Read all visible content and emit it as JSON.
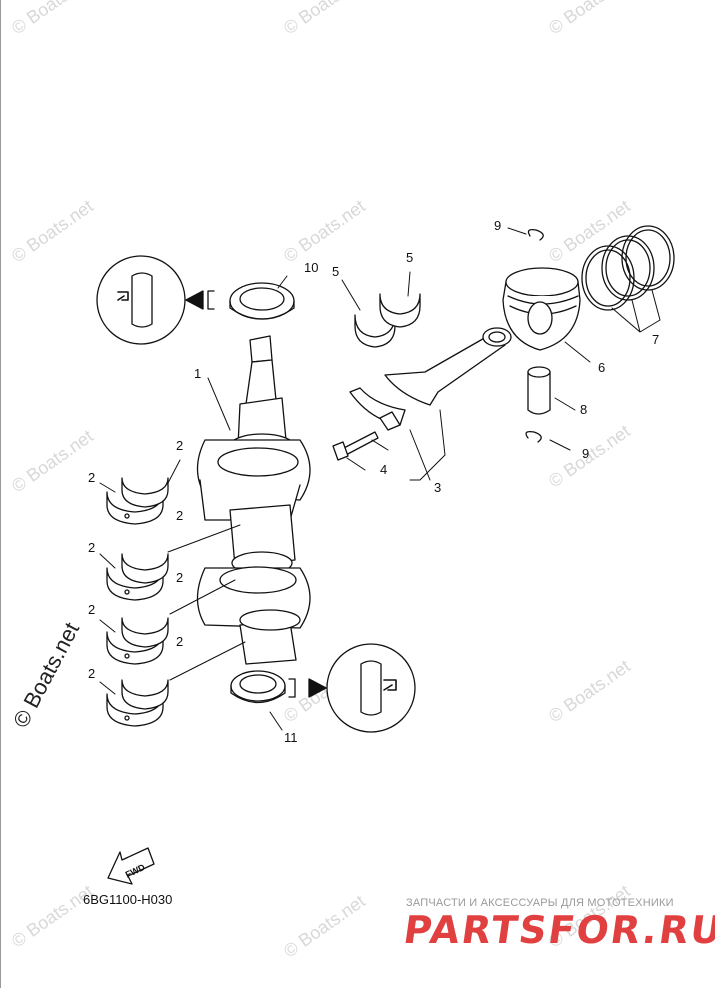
{
  "watermark": "© Boats.net",
  "side_watermark": "© Boats.net",
  "diagram_code": "6BG1100-H030",
  "fwd_label": "FWD",
  "brand_subtitle": "ЗАПЧАСТИ И АКСЕССУАРЫ ДЛЯ МОТОТЕХНИКИ",
  "brand_name": "PARTSFOR.RU",
  "callouts": {
    "c1": "1",
    "c2a": "2",
    "c2b": "2",
    "c2c": "2",
    "c2d": "2",
    "c2e": "2",
    "c2f": "2",
    "c2g": "2",
    "c2h": "2",
    "c3": "3",
    "c4": "4",
    "c5a": "5",
    "c5b": "5",
    "c6": "6",
    "c7": "7",
    "c8": "8",
    "c9a": "9",
    "c9b": "9",
    "c10": "10",
    "c11": "11"
  }
}
